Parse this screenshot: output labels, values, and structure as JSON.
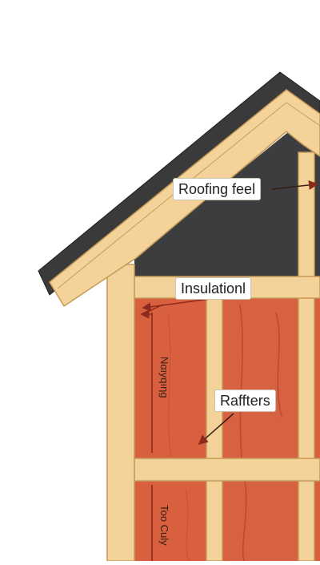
{
  "labels": {
    "roofing": "Roofing feel",
    "insulation": "Insulationl",
    "rafters": "Raffters",
    "upper_vertical": "Nαιyqıηg",
    "lower_vertical": "Too Culy"
  },
  "colors": {
    "shingle": "#3a3a3a",
    "shingle_edge": "#1e1e1e",
    "attic": "#3b3d3f",
    "wood": "#f4d39a",
    "wood_edge": "#c69a57",
    "insulation": "#d8603f",
    "insulation_dark": "#c04e31",
    "arrow": "#8b2a1c"
  }
}
